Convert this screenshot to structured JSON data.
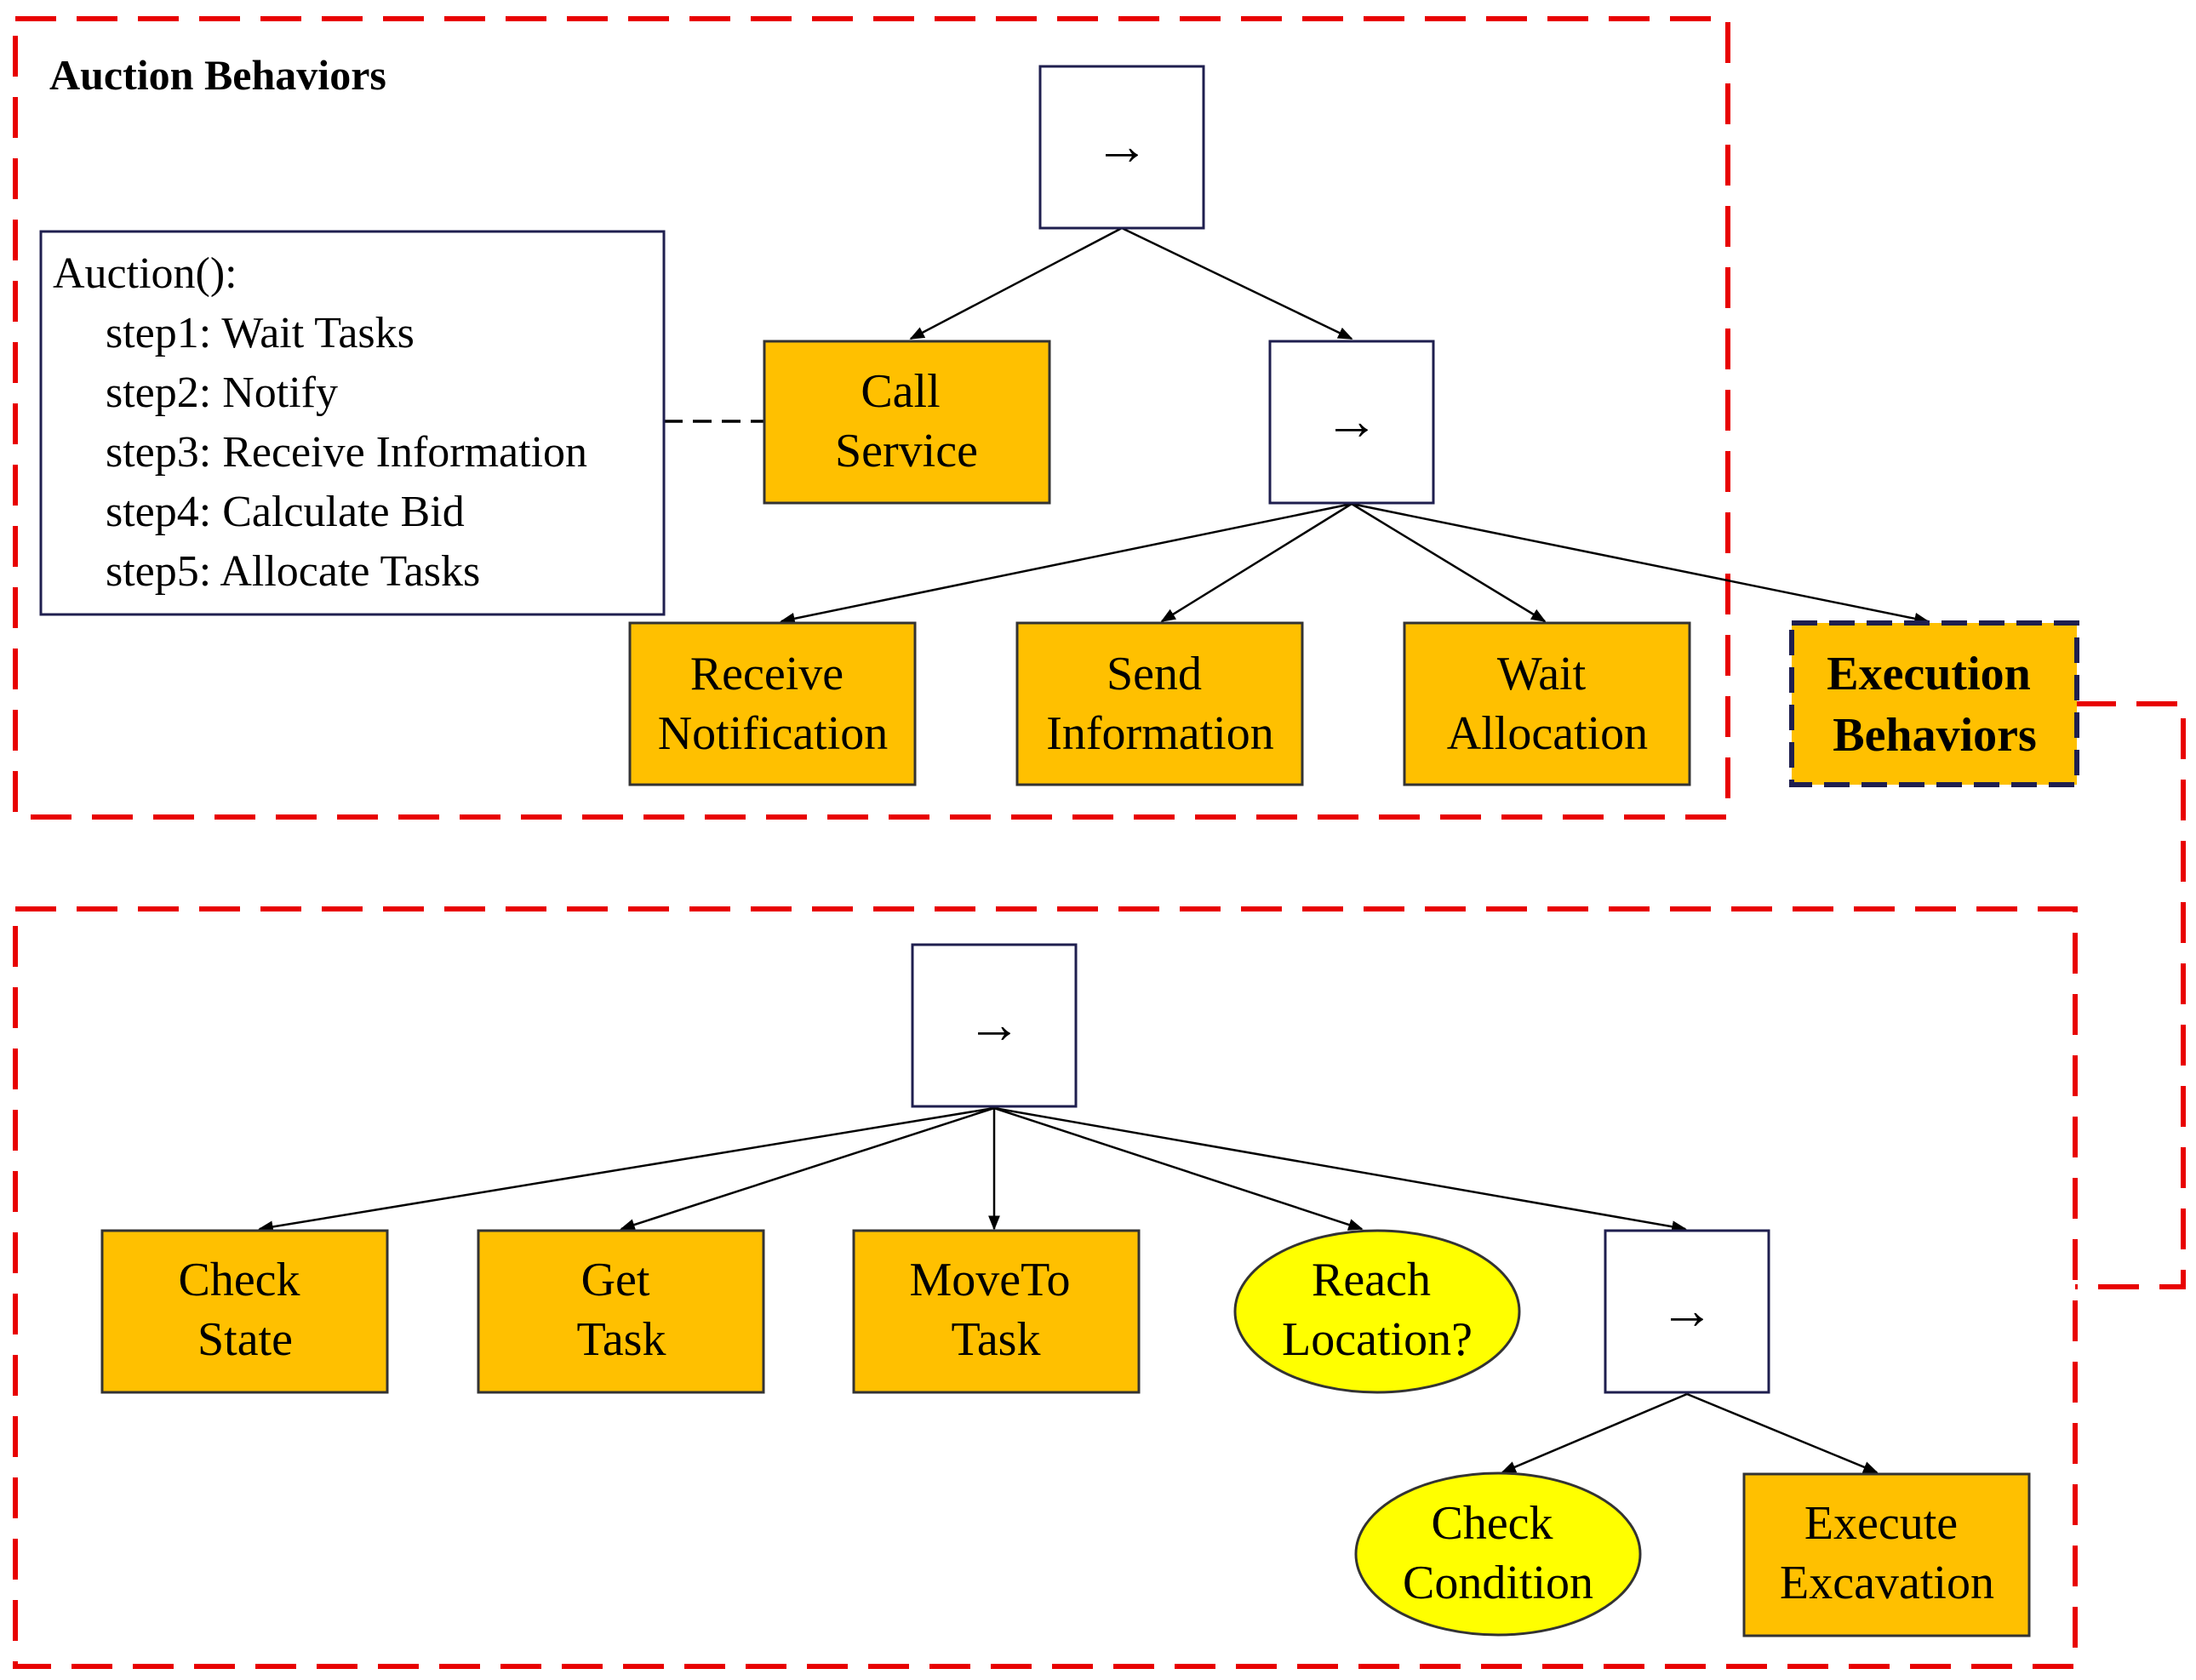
{
  "diagram": {
    "auction_group_title": "Auction Behaviors",
    "sequence_symbol": "→",
    "auction_note": {
      "title": "Auction():",
      "steps": [
        "step1: Wait Tasks",
        "step2: Notify",
        "step3: Receive Information",
        "step4: Calculate Bid",
        "step5: Allocate Tasks"
      ]
    },
    "nodes": {
      "call_service": [
        "Call",
        "Service"
      ],
      "receive_notification": [
        "Receive",
        "Notification"
      ],
      "send_information": [
        "Send",
        "Information"
      ],
      "wait_allocation": [
        "Wait",
        "Allocation"
      ],
      "execution_behaviors": [
        "Execution",
        "Behaviors"
      ],
      "check_state": [
        "Check",
        "State"
      ],
      "get_task": [
        "Get",
        "Task"
      ],
      "move_to_task": [
        "MoveTo",
        "Task"
      ],
      "reach_location": [
        "Reach",
        "Location?"
      ],
      "check_condition": [
        "Check",
        "Condition"
      ],
      "execute_excavation": [
        "Execute",
        "Excavation"
      ]
    },
    "colors": {
      "action_fill": "#FFC000",
      "condition_fill": "#FFFF00",
      "group_border": "#E80000",
      "control_border": "#1F1F4F"
    }
  }
}
